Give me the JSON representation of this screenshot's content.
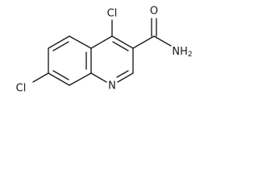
{
  "molecule": {
    "atoms": {
      "cl_top": "Cl",
      "cl_left": "Cl",
      "ring_n": "N",
      "oxygen": "O",
      "amide_n": "NH",
      "amide_h_sub": "2"
    }
  }
}
